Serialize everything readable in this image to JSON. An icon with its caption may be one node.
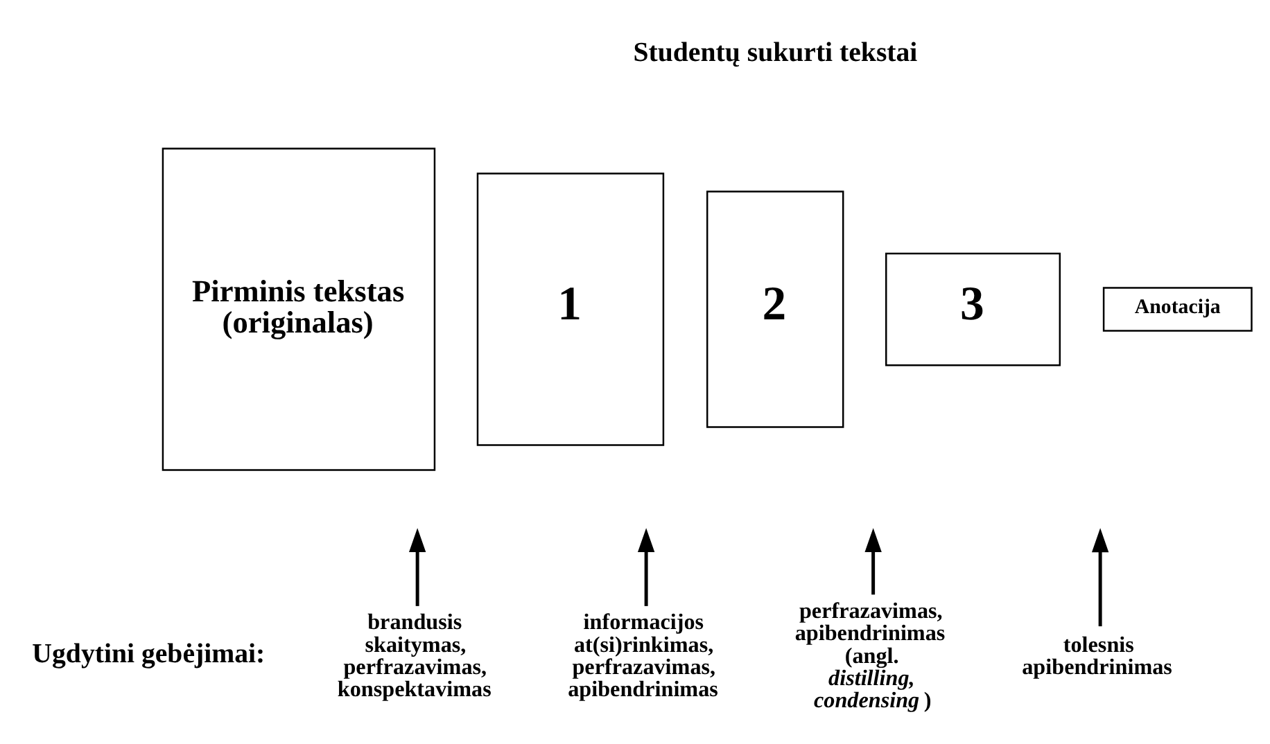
{
  "diagram": {
    "nodes": [
      {
        "text": [
          "Pirminis tekstas (originalas)"
        ]
      },
      {
        "text": [
          "1"
        ]
      },
      {
        "text": [
          "2"
        ]
      },
      {
        "text": [
          "3"
        ]
      },
      {
        "text": [
          "Anotacija"
        ]
      },
      {
        "text": [
          "brandusis skaitymas, perfrazavimas, konspektavimas"
        ]
      },
      {
        "text": [
          "informacijos at(si)rinkimas, perfrazavimas, apibendrinimas"
        ]
      },
      {
        "text": [
          "perfrazavimas, apibendrinimas (angl. *distilling, condensing*)"
        ]
      },
      {
        "text": [
          "tolesnis apibendrinimas"
        ]
      }
    ],
    "edges": [
      {
        "from": 5,
        "to": null,
        "arrow": "to"
      },
      {
        "from": 6,
        "to": null,
        "arrow": "to"
      },
      {
        "from": 7,
        "to": null,
        "arrow": "to"
      },
      {
        "from": 8,
        "to": null,
        "arrow": "to"
      }
    ],
    "labels": [
      "Studentų sukurti tekstai",
      "Ugdytini gebėjimai:"
    ]
  }
}
